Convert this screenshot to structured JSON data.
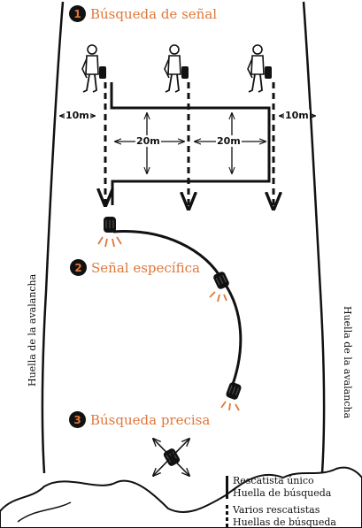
{
  "steps": [
    {
      "number": "1",
      "label": "Búsqueda de señal"
    },
    {
      "number": "2",
      "label": "Señal específica"
    },
    {
      "number": "3",
      "label": "Búsqueda precisa"
    }
  ],
  "dimensions": {
    "side_left": "10m",
    "side_right": "10m",
    "gap_left": "20m",
    "gap_right": "20m"
  },
  "side_labels": {
    "left": "Huella de la avalancha",
    "right": "Huella de la avalancha"
  },
  "legend": {
    "single": {
      "line1": "Rescatista único",
      "line2": "Huella de búsqueda"
    },
    "multiple": {
      "line1": "Varios rescatistas",
      "line2": "Huellas de búsqueda"
    }
  },
  "colors": {
    "accent": "#e0773a",
    "ink": "#111111"
  }
}
